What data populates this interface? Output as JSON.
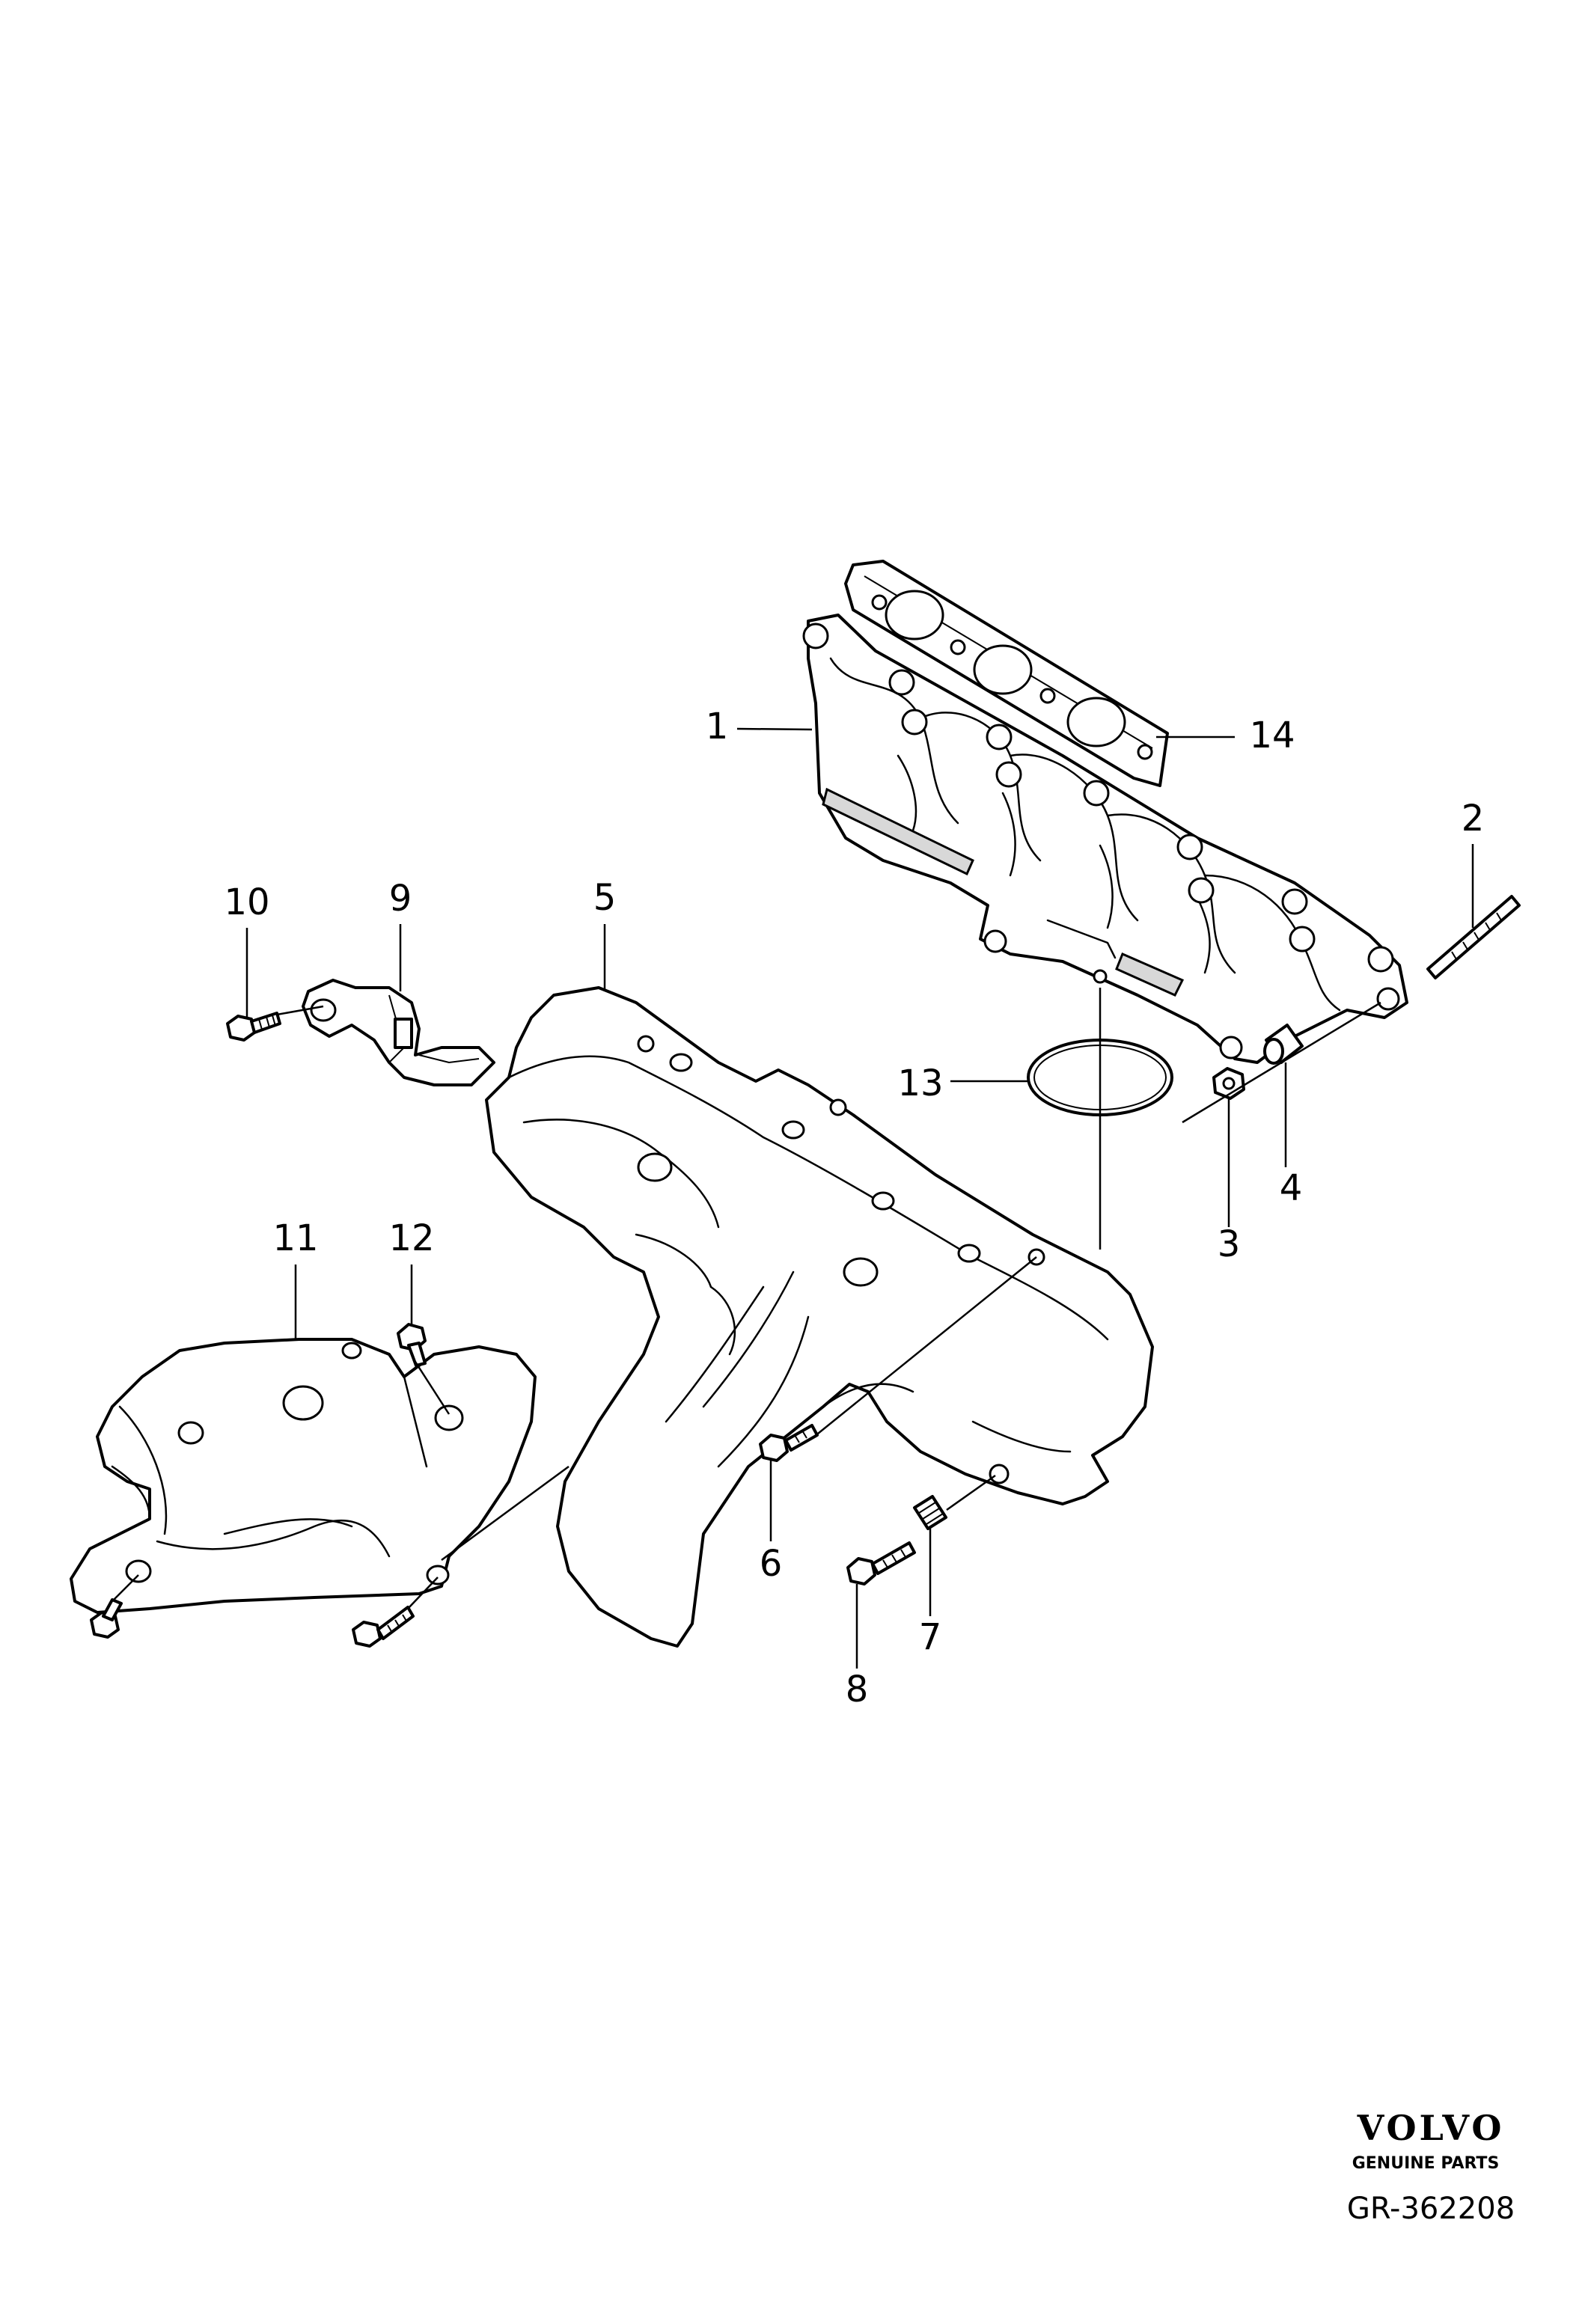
{
  "diagram": {
    "callouts": [
      {
        "id": "1",
        "label": "1"
      },
      {
        "id": "2",
        "label": "2"
      },
      {
        "id": "3",
        "label": "3"
      },
      {
        "id": "4",
        "label": "4"
      },
      {
        "id": "5",
        "label": "5"
      },
      {
        "id": "6",
        "label": "6"
      },
      {
        "id": "7",
        "label": "7"
      },
      {
        "id": "8",
        "label": "8"
      },
      {
        "id": "9",
        "label": "9"
      },
      {
        "id": "10",
        "label": "10"
      },
      {
        "id": "11",
        "label": "11"
      },
      {
        "id": "12",
        "label": "12"
      },
      {
        "id": "13",
        "label": "13"
      },
      {
        "id": "14",
        "label": "14"
      }
    ]
  },
  "brand": {
    "name": "VOLVO",
    "tagline": "GENUINE PARTS",
    "drawing_number": "GR-362208"
  },
  "colors": {
    "line": "#000000",
    "background": "#ffffff"
  }
}
